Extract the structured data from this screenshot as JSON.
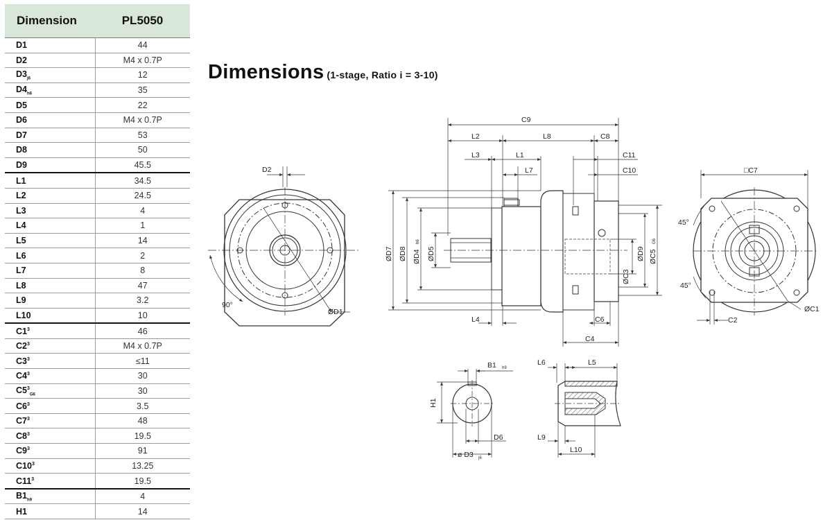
{
  "table": {
    "header_dimension": "Dimension",
    "header_model": "PL5050",
    "rows": [
      {
        "name": "D1",
        "sub": "",
        "sup": "",
        "value": "44"
      },
      {
        "name": "D2",
        "sub": "",
        "sup": "",
        "value": "M4 x 0.7P"
      },
      {
        "name": "D3",
        "sub": "j6",
        "sup": "",
        "value": "12"
      },
      {
        "name": "D4",
        "sub": "h6",
        "sup": "",
        "value": "35"
      },
      {
        "name": "D5",
        "sub": "",
        "sup": "",
        "value": "22"
      },
      {
        "name": "D6",
        "sub": "",
        "sup": "",
        "value": "M4 x 0.7P"
      },
      {
        "name": "D7",
        "sub": "",
        "sup": "",
        "value": "53"
      },
      {
        "name": "D8",
        "sub": "",
        "sup": "",
        "value": "50"
      },
      {
        "name": "D9",
        "sub": "",
        "sup": "",
        "value": "45.5",
        "group_end": true
      },
      {
        "name": "L1",
        "sub": "",
        "sup": "",
        "value": "34.5"
      },
      {
        "name": "L2",
        "sub": "",
        "sup": "",
        "value": "24.5"
      },
      {
        "name": "L3",
        "sub": "",
        "sup": "",
        "value": "4"
      },
      {
        "name": "L4",
        "sub": "",
        "sup": "",
        "value": "1"
      },
      {
        "name": "L5",
        "sub": "",
        "sup": "",
        "value": "14"
      },
      {
        "name": "L6",
        "sub": "",
        "sup": "",
        "value": "2"
      },
      {
        "name": "L7",
        "sub": "",
        "sup": "",
        "value": "8"
      },
      {
        "name": "L8",
        "sub": "",
        "sup": "",
        "value": "47"
      },
      {
        "name": "L9",
        "sub": "",
        "sup": "",
        "value": "3.2"
      },
      {
        "name": "L10",
        "sub": "",
        "sup": "",
        "value": "10",
        "group_end": true
      },
      {
        "name": "C1",
        "sub": "",
        "sup": "3",
        "value": "46"
      },
      {
        "name": "C2",
        "sub": "",
        "sup": "3",
        "value": "M4 x 0.7P"
      },
      {
        "name": "C3",
        "sub": "",
        "sup": "3",
        "value": "≤11"
      },
      {
        "name": "C4",
        "sub": "",
        "sup": "3",
        "value": "30"
      },
      {
        "name": "C5",
        "sub": "G6",
        "sup": "3",
        "value": "30"
      },
      {
        "name": "C6",
        "sub": "",
        "sup": "3",
        "value": "3.5"
      },
      {
        "name": "C7",
        "sub": "",
        "sup": "3",
        "value": "48"
      },
      {
        "name": "C8",
        "sub": "",
        "sup": "3",
        "value": "19.5"
      },
      {
        "name": "C9",
        "sub": "",
        "sup": "3",
        "value": "91"
      },
      {
        "name": "C10",
        "sub": "",
        "sup": "3",
        "value": "13.25"
      },
      {
        "name": "C11",
        "sub": "",
        "sup": "3",
        "value": "19.5",
        "group_end": true
      },
      {
        "name": "B1",
        "sub": "h9",
        "sup": "",
        "value": "4"
      },
      {
        "name": "H1",
        "sub": "",
        "sup": "",
        "value": "14"
      }
    ]
  },
  "title": {
    "main": "Dimensions",
    "sub": "(1-stage, Ratio i = 3-10)"
  },
  "labels": {
    "front": {
      "d2": "D2",
      "d1": "ØD1",
      "angle": "90°"
    },
    "side": {
      "c9": "C9",
      "l2": "L2",
      "l8": "L8",
      "c8": "C8",
      "l3": "L3",
      "l1": "L1",
      "c11": "C11",
      "l7": "L7",
      "c10": "C10",
      "d7": "ØD7",
      "d8": "ØD8",
      "d4": "ØD4",
      "d4_tol": "h6",
      "d5": "ØD5",
      "d9": "ØD9",
      "c5": "ØC5",
      "c5_tol": "G6",
      "c3": "ØC3",
      "l4": "L4",
      "c6": "C6",
      "c4": "C4"
    },
    "rear": {
      "c7": "□C7",
      "a1": "45°",
      "a2": "45°",
      "c2": "C2",
      "c1": "ØC1"
    },
    "shaft": {
      "b1": "B1",
      "b1_tol": "h9",
      "h1": "H1",
      "d6": "D6",
      "d3": "ø D3",
      "d3_tol": "j6"
    },
    "key": {
      "l6": "L6",
      "l5": "L5",
      "l9": "L9",
      "l10": "L10"
    }
  }
}
